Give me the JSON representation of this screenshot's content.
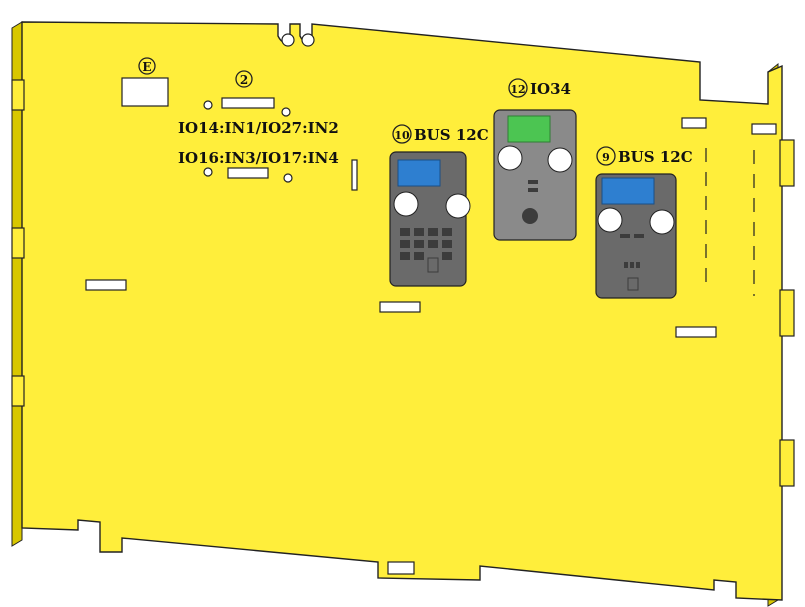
{
  "board": {
    "color": "#ffee3b",
    "shade": "#c9b800",
    "outline": "#222222"
  },
  "markers": {
    "e": "E",
    "two": "2",
    "ten": "10",
    "nine": "9",
    "twelve": "12"
  },
  "labels": {
    "pins_top": "IO14:IN1/IO27:IN2",
    "pins_bottom": "IO16:IN3/IO17:IN4",
    "module_left": "BUS 12C",
    "module_mid": "IO34",
    "module_right": "BUS 12C"
  },
  "colors": {
    "connector_blue": "#2e7fd0",
    "connector_green": "#4cc552",
    "module_body": "#6a6a6a",
    "module_body_light": "#8a8a8a",
    "pad_white": "#ffffff"
  }
}
